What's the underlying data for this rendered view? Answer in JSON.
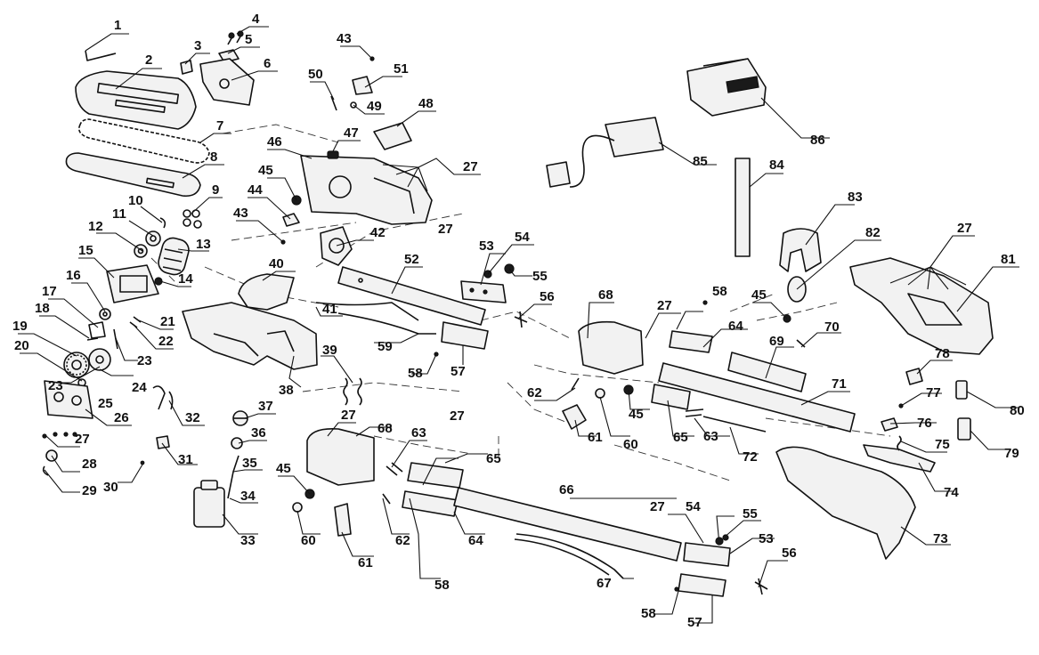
{
  "diagram": {
    "callouts": [
      "1",
      "2",
      "3",
      "4",
      "5",
      "6",
      "7",
      "8",
      "9",
      "10",
      "11",
      "12",
      "13",
      "14",
      "15",
      "16",
      "17",
      "18",
      "19",
      "20",
      "21",
      "22",
      "23",
      "23",
      "24",
      "25",
      "26",
      "27",
      "27",
      "27",
      "27",
      "27",
      "27",
      "27",
      "27",
      "28",
      "29",
      "30",
      "31",
      "32",
      "33",
      "34",
      "35",
      "36",
      "37",
      "38",
      "39",
      "40",
      "41",
      "42",
      "43",
      "43",
      "44",
      "45",
      "45",
      "45",
      "45",
      "46",
      "47",
      "48",
      "49",
      "50",
      "51",
      "52",
      "53",
      "53",
      "54",
      "54",
      "55",
      "55",
      "56",
      "56",
      "57",
      "57",
      "58",
      "58",
      "58",
      "58",
      "59",
      "60",
      "60",
      "61",
      "61",
      "62",
      "62",
      "63",
      "63",
      "64",
      "64",
      "65",
      "65",
      "66",
      "67",
      "68",
      "68",
      "69",
      "70",
      "71",
      "72",
      "73",
      "74",
      "75",
      "76",
      "77",
      "78",
      "79",
      "80",
      "81",
      "82",
      "83",
      "84",
      "85",
      "86"
    ]
  }
}
